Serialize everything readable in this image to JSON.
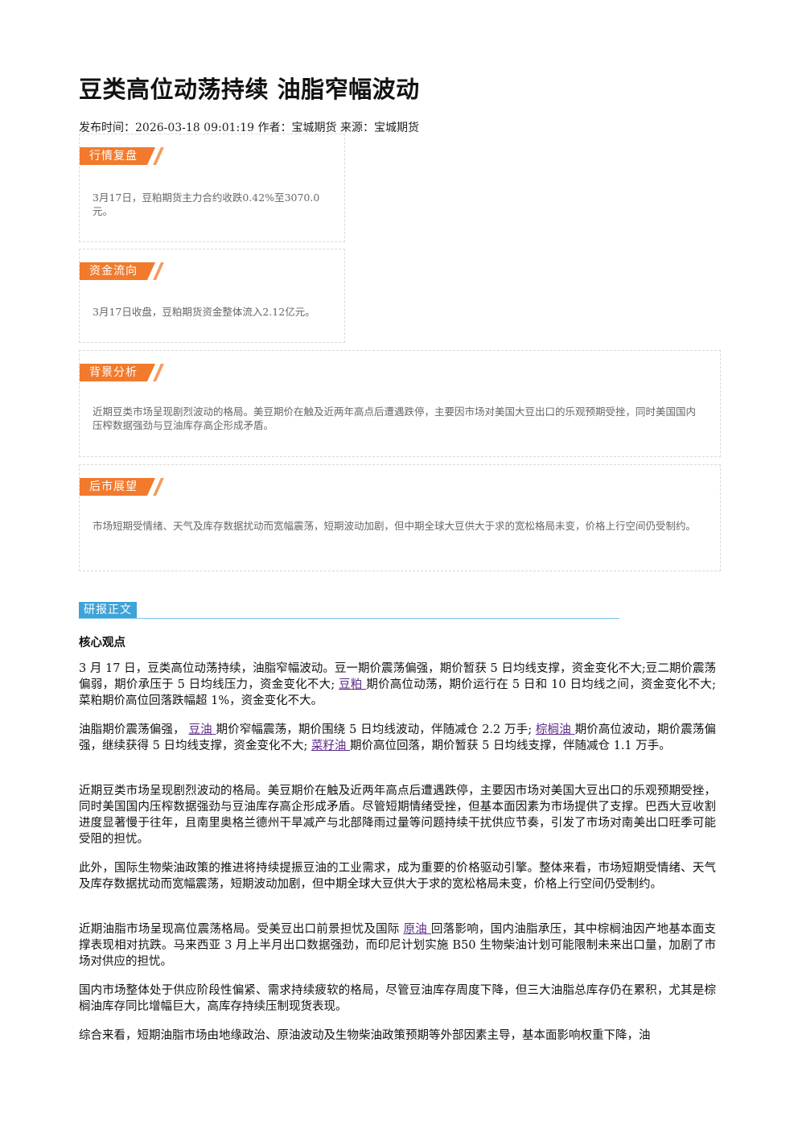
{
  "title": "豆类高位动荡持续 油脂窄幅波动",
  "meta": "发布时间：2026-03-18 09:01:19 作者：宝城期货 来源：宝城期货",
  "boxes": {
    "review": {
      "tag": "行情复盘",
      "text": "3月17日，豆粕期货主力合约收跌0.42%至3070.0元。"
    },
    "flow": {
      "tag": "资金流向",
      "text": "3月17日收盘，豆粕期货资金整体流入2.12亿元。"
    },
    "background": {
      "tag": "背景分析",
      "text": "近期豆类市场呈现剧烈波动的格局。美豆期价在触及近两年高点后遭遇跌停，主要因市场对美国大豆出口的乐观预期受挫，同时美国国内压榨数据强劲与豆油库存高企形成矛盾。"
    },
    "outlook": {
      "tag": "后市展望",
      "text": "市场短期受情绪、天气及库存数据扰动而宽幅震荡，短期波动加剧，但中期全球大豆供大于求的宽松格局未变，价格上行空间仍受制约。"
    }
  },
  "report": {
    "section_label": "研报正文",
    "core_heading": "核心观点",
    "p1_a": "3 月 17 日，豆类高位动荡持续，油脂窄幅波动。豆一期价震荡偏强，期价暂获 5 日均线支撑，资金变化不大;豆二期价震荡偏弱，期价承压于 5 日均线压力，资金变化不大; ",
    "p1_link": "豆粕 ",
    "p1_b": "期价高位动荡，期价运行在 5 日和 10 日均线之间，资金变化不大;菜粕期价高位回落跌幅超 1%，资金变化不大。",
    "p2_a": "油脂期价震荡偏强，  ",
    "p2_link1": "豆油 ",
    "p2_b": "期价窄幅震荡，期价围绕 5 日均线波动，伴随减仓 2.2 万手; ",
    "p2_link2": "棕榈油 ",
    "p2_c": "期价高位波动，期价震荡偏强，继续获得 5 日均线支撑，资金变化不大; ",
    "p2_link3": "菜籽油 ",
    "p2_d": "期价高位回落，期价暂获 5 日均线支撑，伴随减仓 1.1 万手。",
    "p3": "近期豆类市场呈现剧烈波动的格局。美豆期价在触及近两年高点后遭遇跌停，主要因市场对美国大豆出口的乐观预期受挫，同时美国国内压榨数据强劲与豆油库存高企形成矛盾。尽管短期情绪受挫，但基本面因素为市场提供了支撑。巴西大豆收割进度显著慢于往年，且南里奥格兰德州干旱减产与北部降雨过量等问题持续干扰供应节奏，引发了市场对南美出口旺季可能受阻的担忧。",
    "p4": "此外，国际生物柴油政策的推进将持续提振豆油的工业需求，成为重要的价格驱动引擎。整体来看，市场短期受情绪、天气及库存数据扰动而宽幅震荡，短期波动加剧，但中期全球大豆供大于求的宽松格局未变，价格上行空间仍受制约。",
    "p5_a": "近期油脂市场呈现高位震荡格局。受美豆出口前景担忧及国际 ",
    "p5_link": "原油 ",
    "p5_b": "回落影响，国内油脂承压，其中棕榈油因产地基本面支撑表现相对抗跌。马来西亚 3 月上半月出口数据强劲，而印尼计划实施 B50 生物柴油计划可能限制未来出口量，加剧了市场对供应的担忧。",
    "p6": "国内市场整体处于供应阶段性偏紧、需求持续疲软的格局，尽管豆油库存周度下降，但三大油脂总库存仍在累积，尤其是棕榈油库存同比增幅巨大，高库存持续压制现货表现。",
    "p7": "综合来看，短期油脂市场由地缘政治、原油波动及生物柴油政策预期等外部因素主导，基本面影响权重下降，油"
  }
}
